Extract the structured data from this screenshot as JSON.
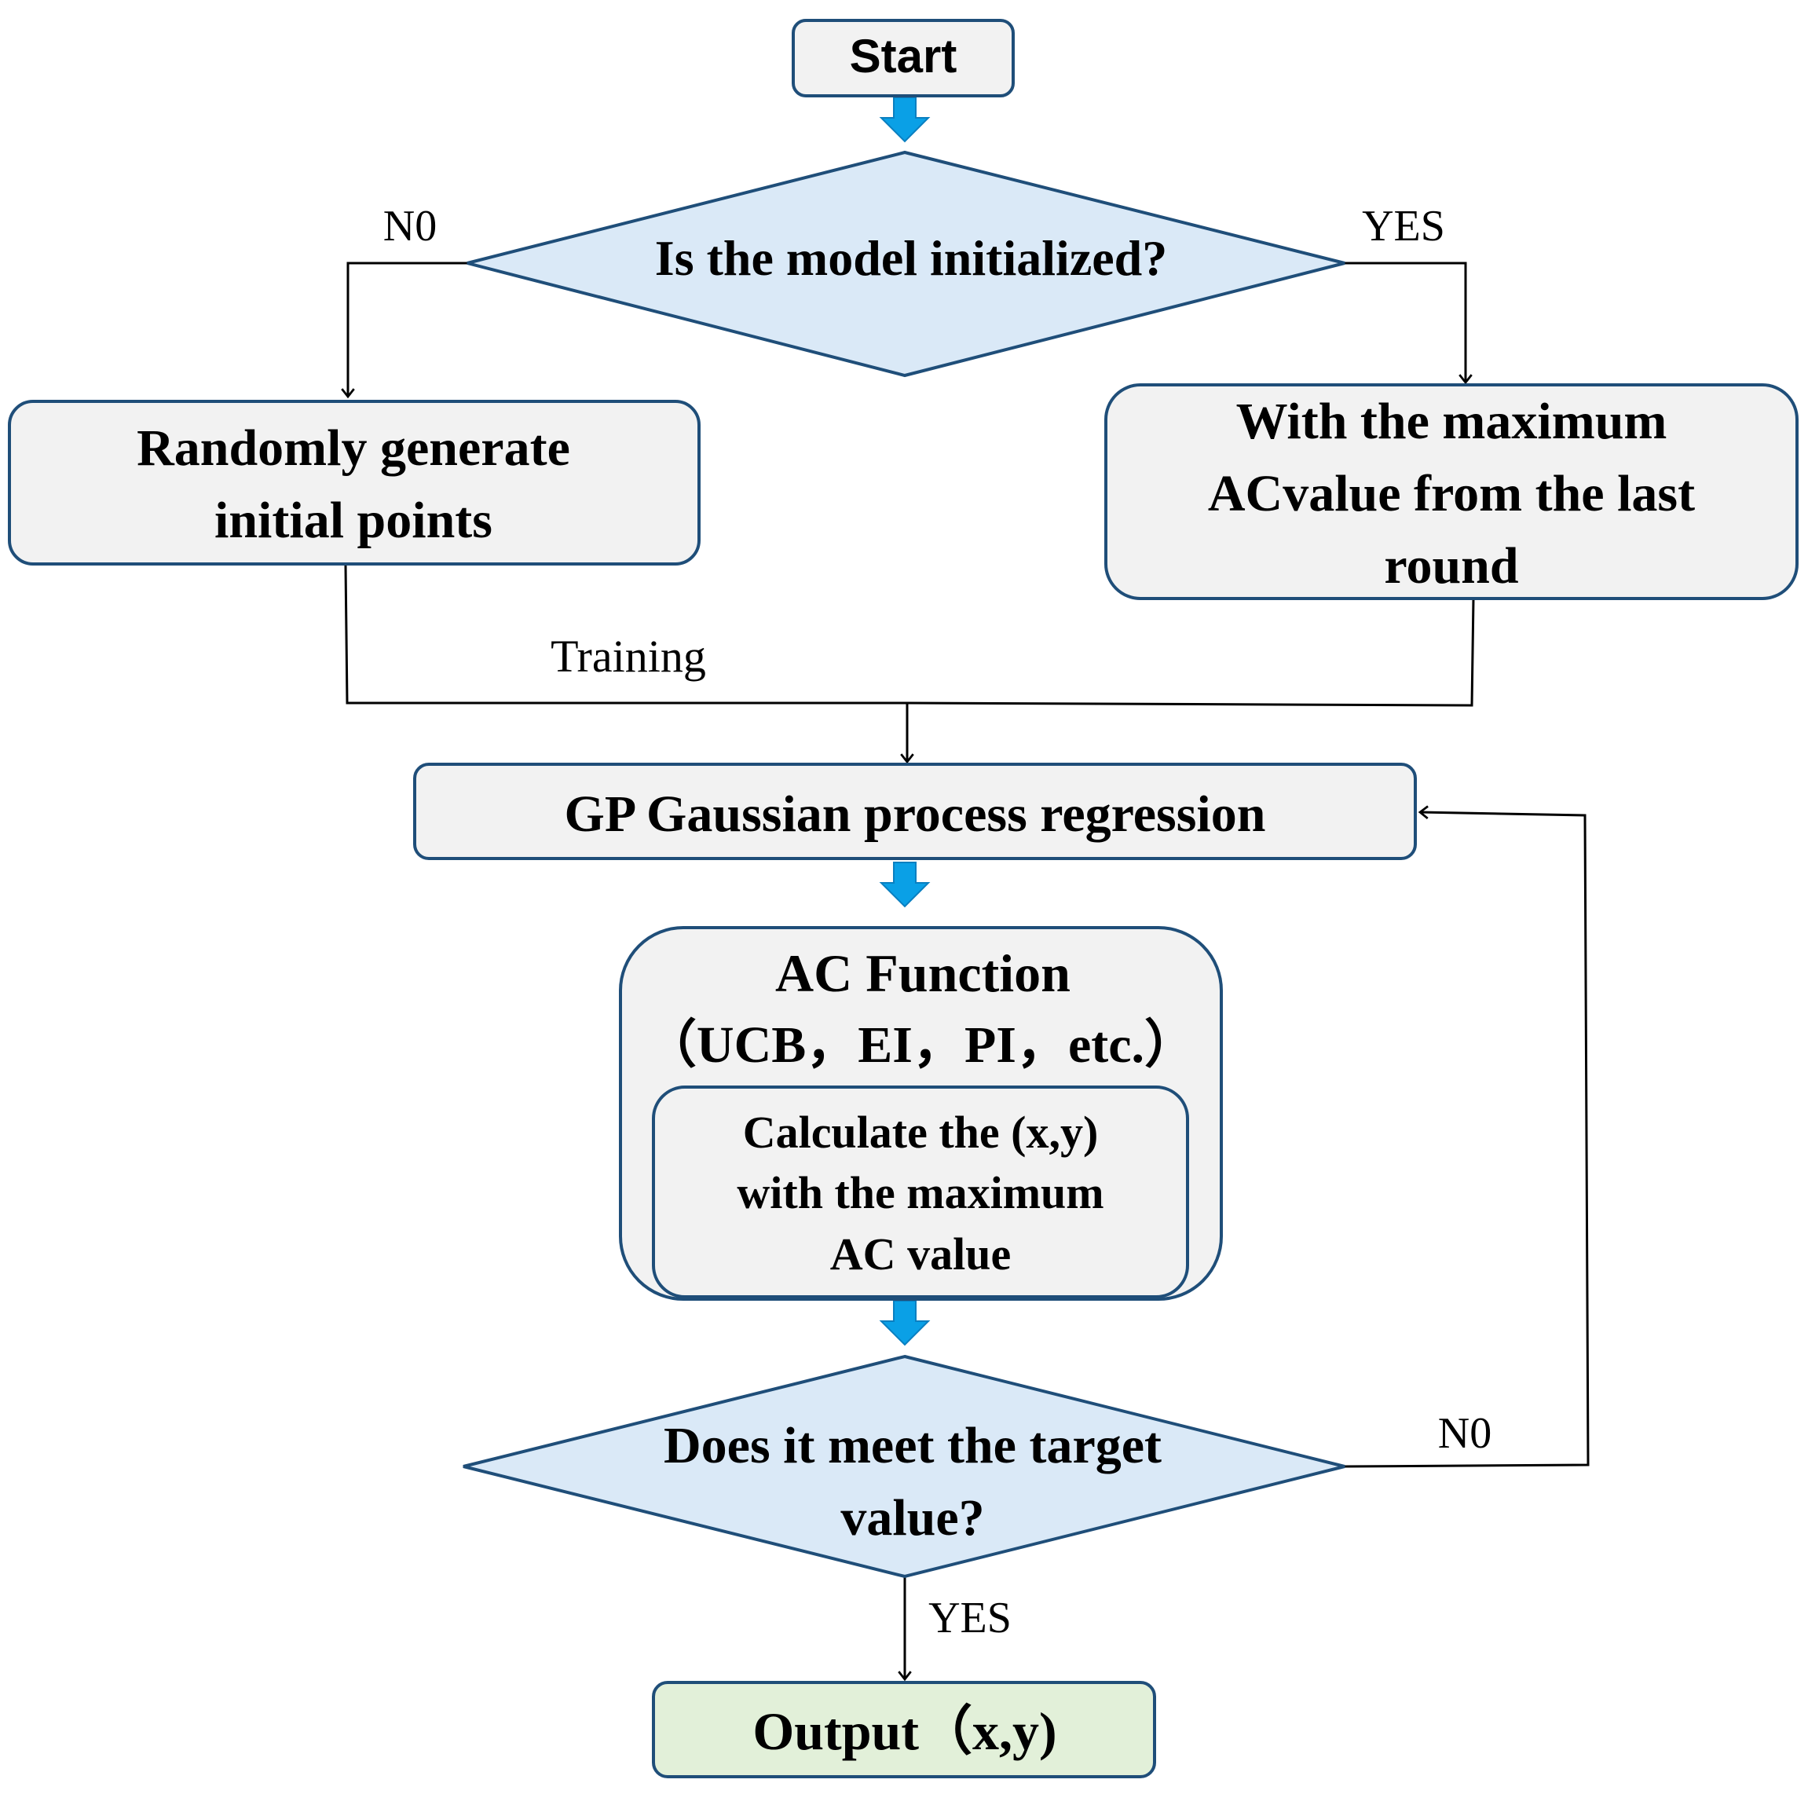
{
  "nodes": {
    "start": {
      "label": "Start"
    },
    "init_check": {
      "label": "Is the model initialized?"
    },
    "random_init": {
      "line1": "Randomly generate",
      "line2": "initial points"
    },
    "max_ac_last": {
      "line1": "With the maximum",
      "line2": "ACvalue from the last",
      "line3": "round"
    },
    "gp": {
      "label": "GP Gaussian process regression"
    },
    "ac_function": {
      "title": "AC Function",
      "subtitle": "（UCB，EI，PI，etc.）",
      "inner_line1": "Calculate the (x,y)",
      "inner_line2": "with the maximum",
      "inner_line3": "AC value"
    },
    "target_check": {
      "line1": "Does it meet the target",
      "line2": "value?"
    },
    "output": {
      "label": "Output（x,y)"
    }
  },
  "edge_labels": {
    "init_no": "N0",
    "init_yes": "YES",
    "training": "Training",
    "target_no": "N0",
    "target_yes": "YES"
  },
  "colors": {
    "box_fill": "#f2f2f2",
    "box_stroke": "#1f4e79",
    "diamond_fill": "#dae9f7",
    "output_fill": "#e2f0d9",
    "block_arrow": "#0aa0e6",
    "line": "#000000"
  }
}
